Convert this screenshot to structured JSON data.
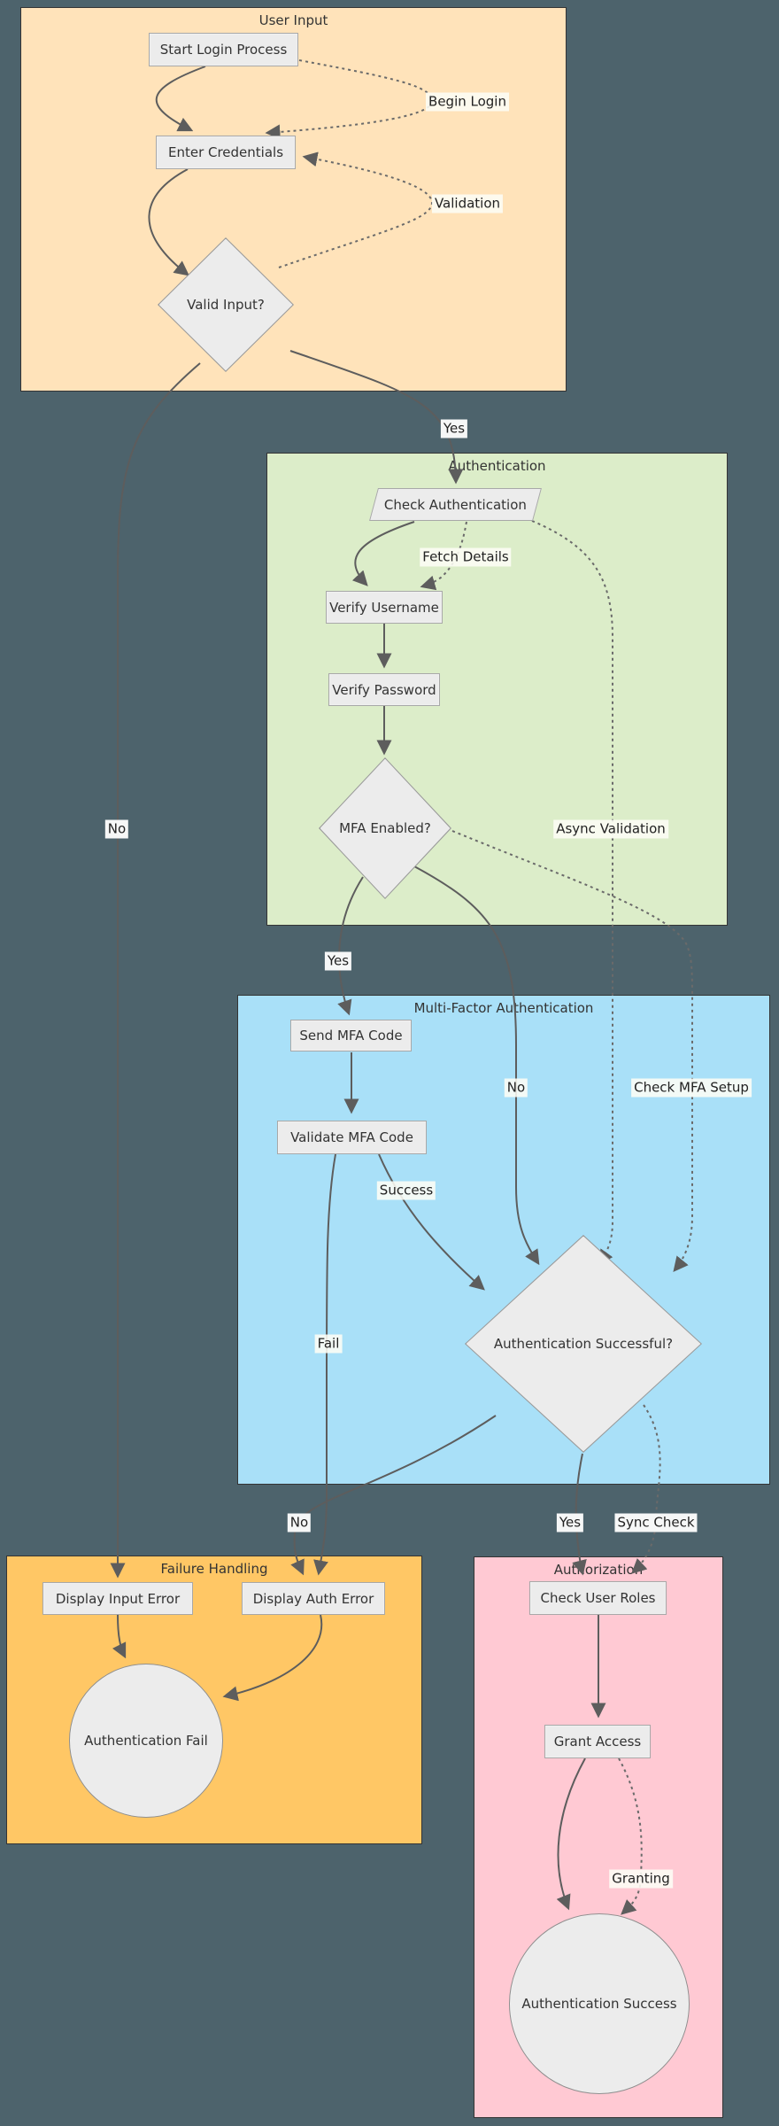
{
  "diagram_type": "flowchart",
  "colors": {
    "background": "#4d636c",
    "user_input_fill": "#ffe3ba",
    "authentication_fill": "#dcedc9",
    "mfa_fill": "#a9e0f8",
    "failure_fill": "#ffc765",
    "authorization_fill": "#ffc9d3",
    "node_fill": "#ececec",
    "edge_color": "#5d5d5d"
  },
  "subgraphs": {
    "user_input": {
      "title": "User Input"
    },
    "authentication": {
      "title": "Authentication"
    },
    "mfa": {
      "title": "Multi-Factor Authentication"
    },
    "failure": {
      "title": "Failure Handling"
    },
    "authorization": {
      "title": "Authorization"
    }
  },
  "nodes": {
    "start": {
      "label": "Start Login Process",
      "shape": "rect"
    },
    "enter": {
      "label": "Enter Credentials",
      "shape": "rect"
    },
    "valid": {
      "label": "Valid Input?",
      "shape": "diamond"
    },
    "check_auth": {
      "label": "Check Authentication",
      "shape": "parallelogram"
    },
    "verify_username": {
      "label": "Verify Username",
      "shape": "rect"
    },
    "verify_password": {
      "label": "Verify Password",
      "shape": "rect"
    },
    "mfa_enabled": {
      "label": "MFA Enabled?",
      "shape": "diamond"
    },
    "send_mfa": {
      "label": "Send MFA Code",
      "shape": "rect"
    },
    "validate_mfa": {
      "label": "Validate MFA Code",
      "shape": "rect"
    },
    "auth_successful": {
      "label": "Authentication Successful?",
      "shape": "diamond"
    },
    "display_input_error": {
      "label": "Display Input Error",
      "shape": "rect"
    },
    "display_auth_error": {
      "label": "Display Auth Error",
      "shape": "rect"
    },
    "auth_fail": {
      "label": "Authentication Fail",
      "shape": "circle"
    },
    "check_roles": {
      "label": "Check User Roles",
      "shape": "rect"
    },
    "grant_access": {
      "label": "Grant Access",
      "shape": "rect"
    },
    "auth_success": {
      "label": "Authentication Success",
      "shape": "circle"
    }
  },
  "edge_labels": {
    "begin_login": "Begin Login",
    "validation": "Validation",
    "yes_valid": "Yes",
    "no_valid": "No",
    "fetch_details": "Fetch Details",
    "async_validation": "Async Validation",
    "yes_mfa": "Yes",
    "no_mfa": "No",
    "check_mfa_setup": "Check MFA Setup",
    "success": "Success",
    "fail": "Fail",
    "no_auth": "No",
    "yes_auth": "Yes",
    "sync_check": "Sync Check",
    "granting": "Granting"
  }
}
